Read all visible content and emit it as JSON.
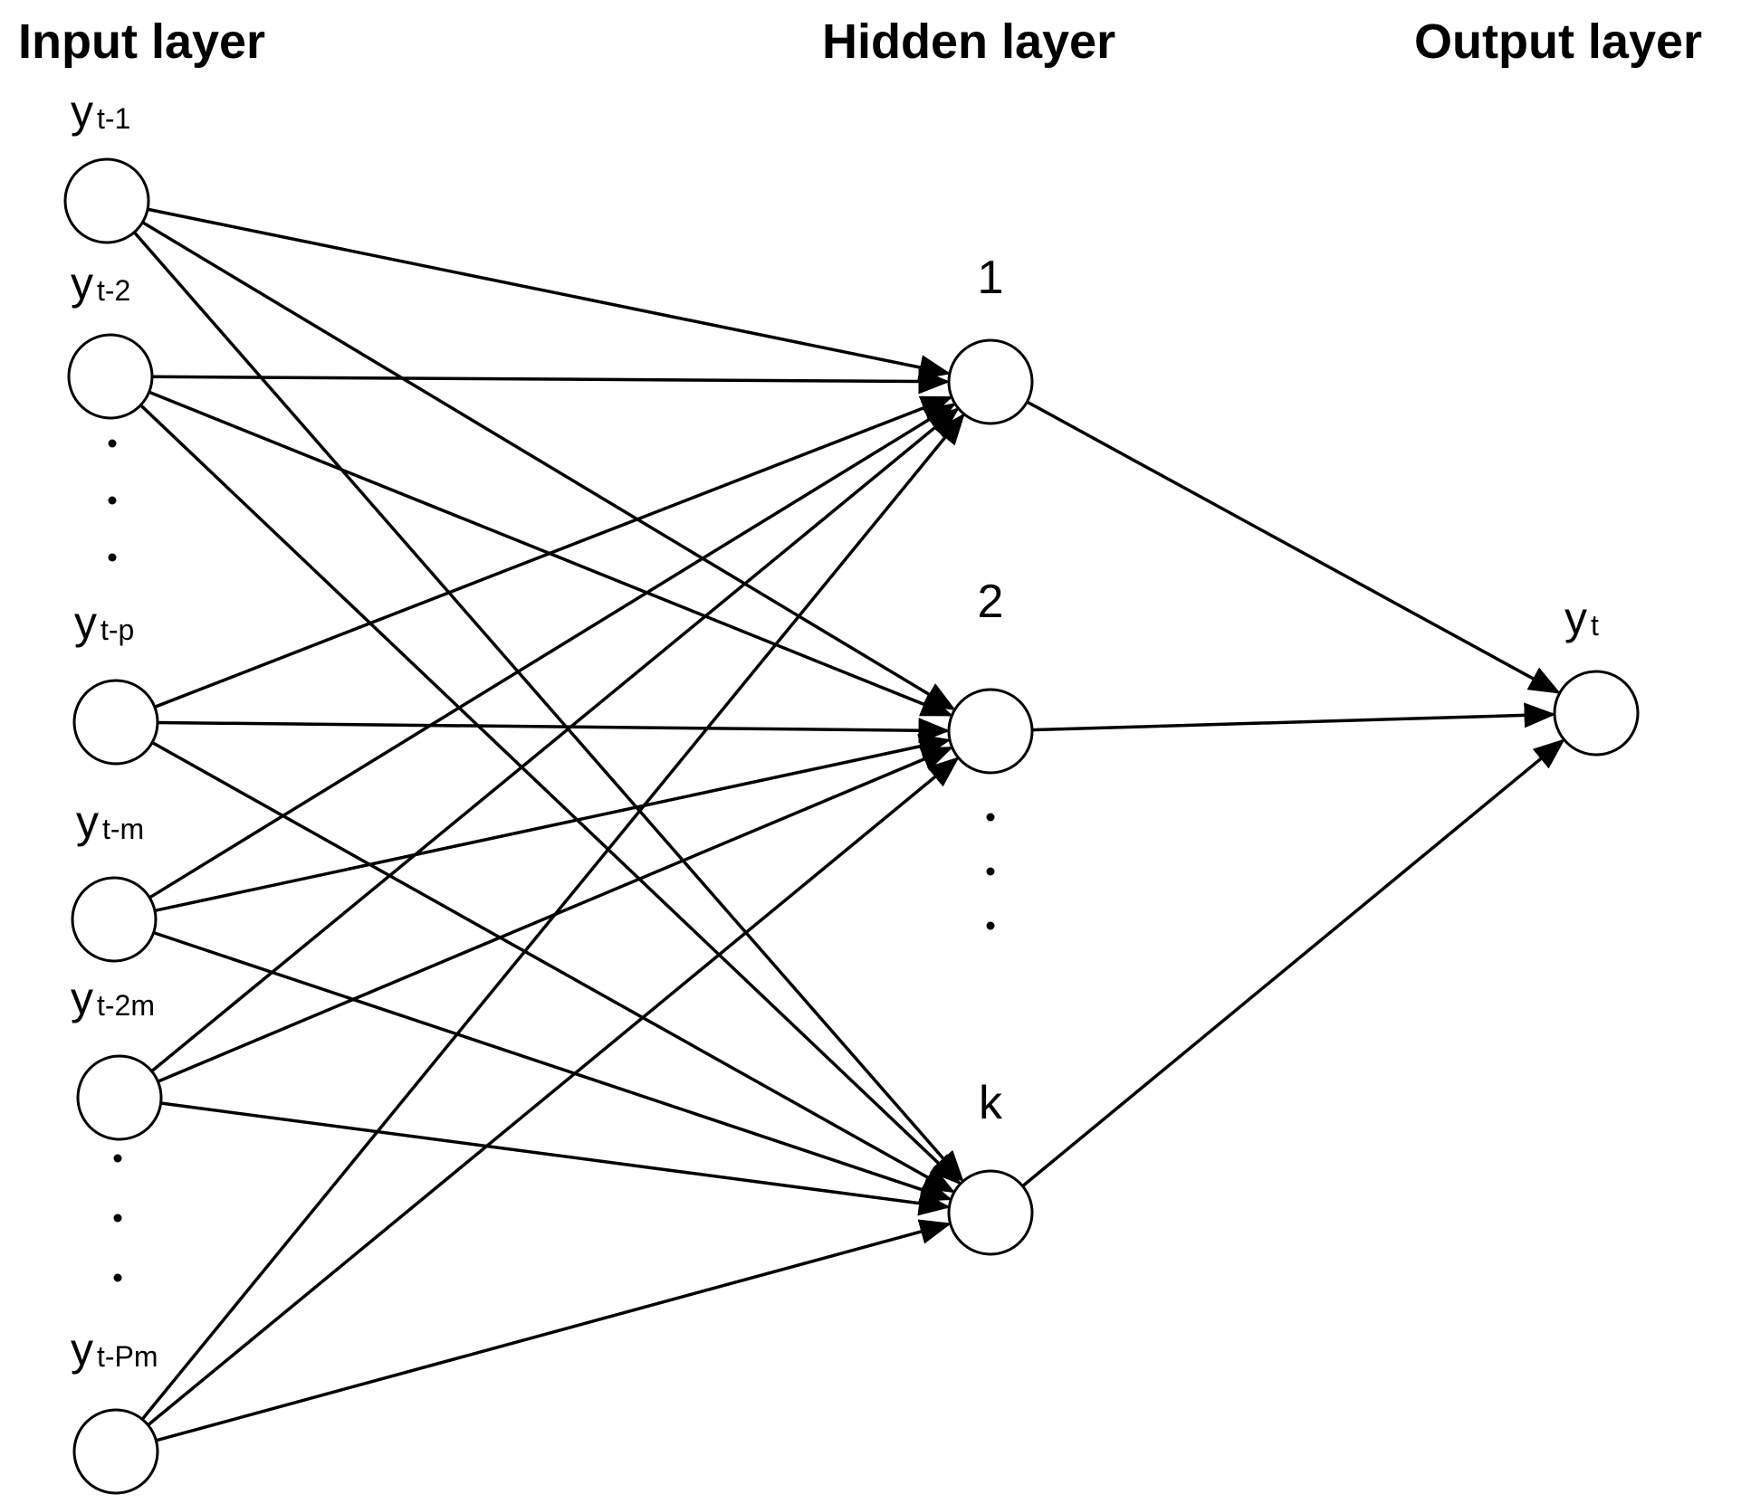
{
  "titles": {
    "input": "Input layer",
    "hidden": "Hidden layer",
    "output": "Output layer"
  },
  "input_nodes": [
    {
      "id": "in1",
      "base": "y",
      "sub": "t-1"
    },
    {
      "id": "in2",
      "base": "y",
      "sub": "t-2"
    },
    {
      "id": "inp",
      "base": "y",
      "sub": "t-p"
    },
    {
      "id": "inm",
      "base": "y",
      "sub": "t-m"
    },
    {
      "id": "in2m",
      "base": "y",
      "sub": "t-2m"
    },
    {
      "id": "inPm",
      "base": "y",
      "sub": "t-Pm"
    }
  ],
  "hidden_nodes": [
    {
      "id": "h1",
      "label": "1"
    },
    {
      "id": "h2",
      "label": "2"
    },
    {
      "id": "hk",
      "label": "k"
    }
  ],
  "output_nodes": [
    {
      "id": "out",
      "base": "y",
      "sub": "t"
    }
  ],
  "edges": [
    [
      "in1",
      "h1"
    ],
    [
      "in1",
      "h2"
    ],
    [
      "in1",
      "hk"
    ],
    [
      "in2",
      "h1"
    ],
    [
      "in2",
      "h2"
    ],
    [
      "in2",
      "hk"
    ],
    [
      "inp",
      "h1"
    ],
    [
      "inp",
      "h2"
    ],
    [
      "inp",
      "hk"
    ],
    [
      "inm",
      "h1"
    ],
    [
      "inm",
      "h2"
    ],
    [
      "inm",
      "hk"
    ],
    [
      "in2m",
      "h1"
    ],
    [
      "in2m",
      "h2"
    ],
    [
      "in2m",
      "hk"
    ],
    [
      "inPm",
      "h1"
    ],
    [
      "inPm",
      "h2"
    ],
    [
      "inPm",
      "hk"
    ],
    [
      "h1",
      "out"
    ],
    [
      "h2",
      "out"
    ],
    [
      "hk",
      "out"
    ]
  ],
  "ellipses": [
    "input-gap-1",
    "input-gap-2",
    "hidden-gap"
  ]
}
